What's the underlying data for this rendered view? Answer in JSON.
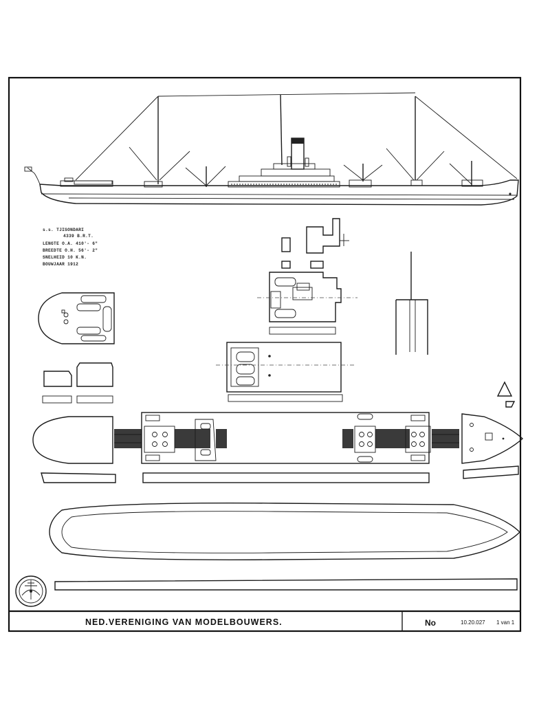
{
  "specs": {
    "lines": [
      "s.s. TJISONDARI",
      "4339 B.R.T.",
      "LENGTE O.A. 410'- 6\"",
      "BREEDTE O.H. 56'- 2\"",
      "SNELHEID 10 K.N.",
      "BOUWJAAR 1912"
    ]
  },
  "title_block": {
    "title": "NED.VERENIGING VAN MODELBOUWERS.",
    "no_label": "No",
    "number": "10.20.027",
    "sheet": "1 van 1"
  }
}
